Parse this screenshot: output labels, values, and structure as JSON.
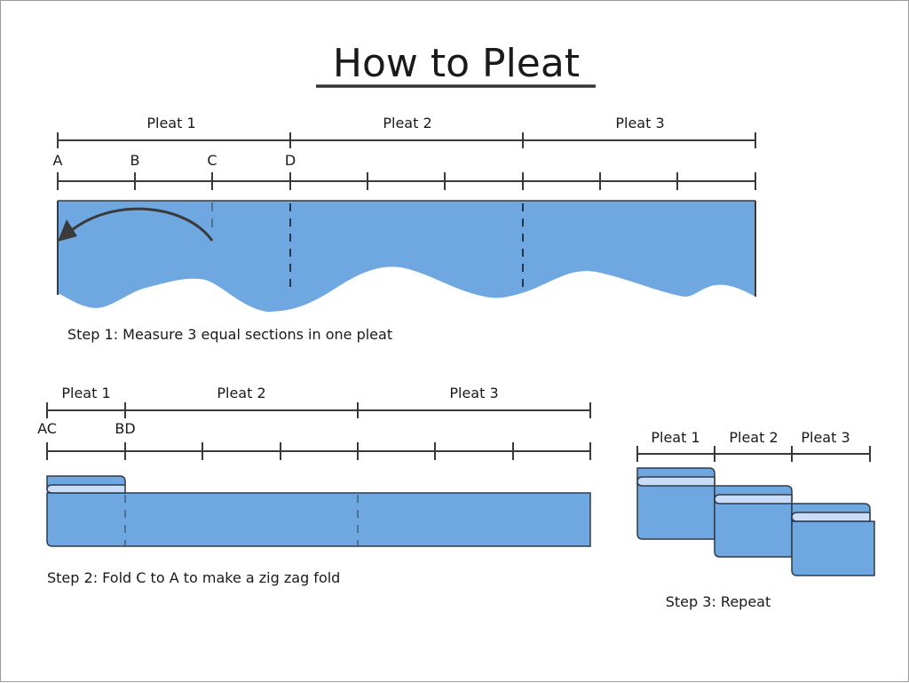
{
  "title": "How to Pleat",
  "colors": {
    "fabric": "#6fa8e0",
    "fabric_fold": "#c9dcf8",
    "outline": "#2e3a4a",
    "ruler": "#3a3a3a",
    "text": "#1a1a1a"
  },
  "step1": {
    "pleat_labels": [
      "Pleat 1",
      "Pleat 2",
      "Pleat 3"
    ],
    "point_labels": [
      "A",
      "B",
      "C",
      "D"
    ],
    "caption": "Step 1: Measure 3 equal sections in one pleat",
    "arrow": "fold C to A arrow"
  },
  "step2": {
    "pleat_labels": [
      "Pleat 1",
      "Pleat 2",
      "Pleat 3"
    ],
    "point_labels": [
      "AC",
      "BD"
    ],
    "caption": "Step 2: Fold C to A to make a zig zag fold"
  },
  "step3": {
    "pleat_labels": [
      "Pleat 1",
      "Pleat 2",
      "Pleat 3"
    ],
    "caption": "Step 3: Repeat"
  }
}
